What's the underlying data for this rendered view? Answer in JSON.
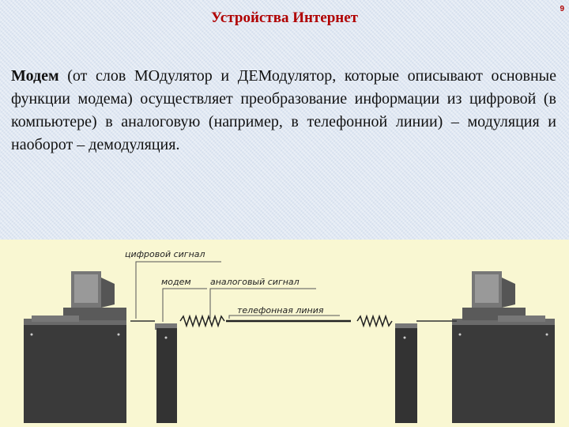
{
  "header": {
    "title": "Устройства Интернет",
    "page_number": "9"
  },
  "paragraph": {
    "term": "Модем",
    "text": " (от слов МОдулятор и ДЕМодулятор, которые описывают основные функции модема) осуществляет преобразование информации из цифровой (в компьютере) в аналоговую (например, в телефонной линии) – модуляция и наоборот – демодуляция."
  },
  "figure": {
    "label_digital": "цифровой сигнал",
    "label_modem": "модем",
    "label_analog": "аналоговый сигнал",
    "label_line": "телефонная линия"
  }
}
